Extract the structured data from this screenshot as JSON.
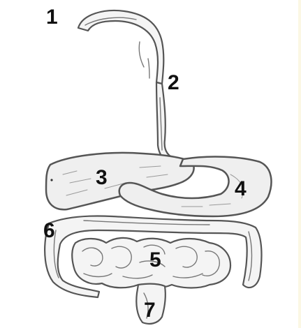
{
  "labels": {
    "mouth": "1",
    "esophagus": "2",
    "liver": "3",
    "stomach": "4",
    "small_intestine": "5",
    "large_intestine": "6",
    "rectum": "7"
  },
  "colors": {
    "outline": "#555555",
    "fill": "#efefef",
    "label": "#111111"
  }
}
